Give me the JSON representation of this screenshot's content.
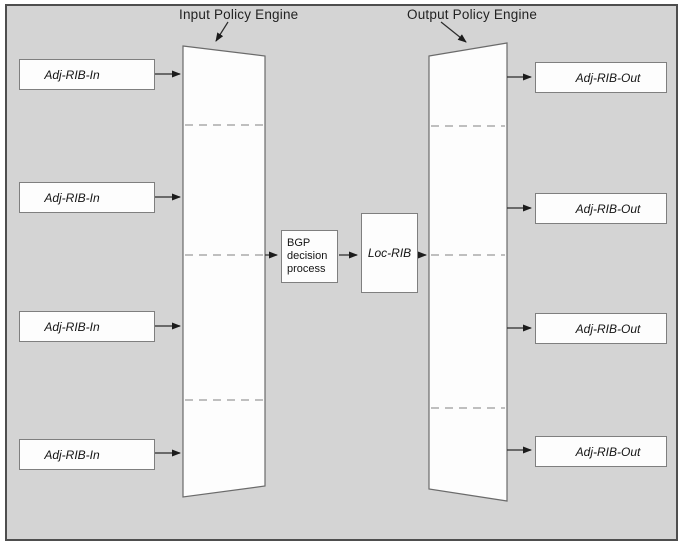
{
  "diagram": {
    "titles": {
      "input_engine": "Input Policy Engine",
      "output_engine": "Output Policy Engine"
    },
    "labels": {
      "rib_in": [
        "Adj-RIB-In",
        "Adj-RIB-In",
        "Adj-RIB-In",
        "Adj-RIB-In"
      ],
      "rib_out": [
        "Adj-RIB-Out",
        "Adj-RIB-Out",
        "Adj-RIB-Out",
        "Adj-RIB-Out"
      ],
      "bgp_decision": "BGP decision process",
      "loc_rib": "Loc-RIB"
    },
    "colors": {
      "panel_background": "#d4d4d4",
      "frame_border": "#4e4e4e",
      "box_fill": "#fdfdfd",
      "box_border": "#7f7f7f",
      "filter_shape_border": "#6b6b6b",
      "dashed_line": "#9a9a9a",
      "arrow": "#2b2b2b",
      "text": "#1c1c1c"
    }
  }
}
